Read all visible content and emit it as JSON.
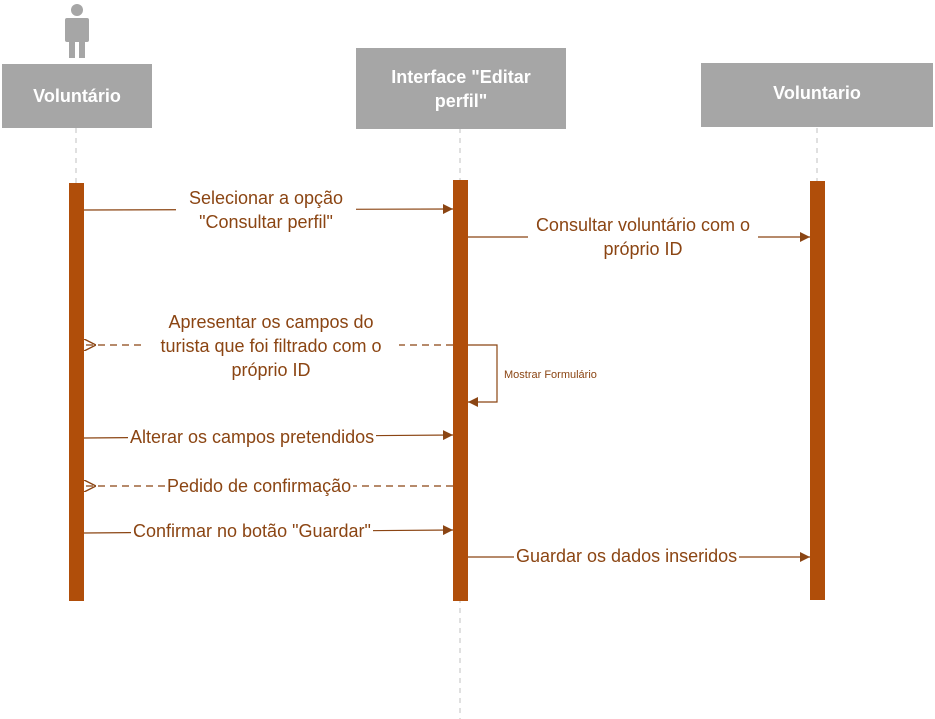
{
  "lifelines": [
    {
      "name": "Voluntário"
    },
    {
      "name": "Interface \"Editar perfil\""
    },
    {
      "name": "Voluntario"
    }
  ],
  "messages": [
    {
      "label": "Selecionar a opção \"Consultar perfil\"",
      "from": "Voluntário",
      "to": "Interface \"Editar perfil\"",
      "style": "solid"
    },
    {
      "label": "Consultar voluntário com o próprio ID",
      "from": "Interface \"Editar perfil\"",
      "to": "Voluntario",
      "style": "solid"
    },
    {
      "label": "Apresentar os campos do turista que foi filtrado com o próprio ID",
      "from": "Interface \"Editar perfil\"",
      "to": "Voluntário",
      "style": "dashed"
    },
    {
      "label": "Mostrar Formulário",
      "from": "Interface \"Editar perfil\"",
      "to": "Interface \"Editar perfil\"",
      "style": "self"
    },
    {
      "label": "Alterar os campos pretendidos",
      "from": "Voluntário",
      "to": "Interface \"Editar perfil\"",
      "style": "solid"
    },
    {
      "label": "Pedido de confirmação",
      "from": "Interface \"Editar perfil\"",
      "to": "Voluntário",
      "style": "dashed"
    },
    {
      "label": "Confirmar no botão \"Guardar\"",
      "from": "Voluntário",
      "to": "Interface \"Editar perfil\"",
      "style": "solid"
    },
    {
      "label": "Guardar os dados inseridos",
      "from": "Interface \"Editar perfil\"",
      "to": "Voluntario",
      "style": "solid"
    }
  ],
  "colors": {
    "header": "#a6a6a6",
    "activation": "#b04e0a",
    "message": "#8b4513",
    "lifeline": "#c0c0c0",
    "actor": "#a6a6a6"
  },
  "icons": {
    "actor": "person-icon"
  }
}
